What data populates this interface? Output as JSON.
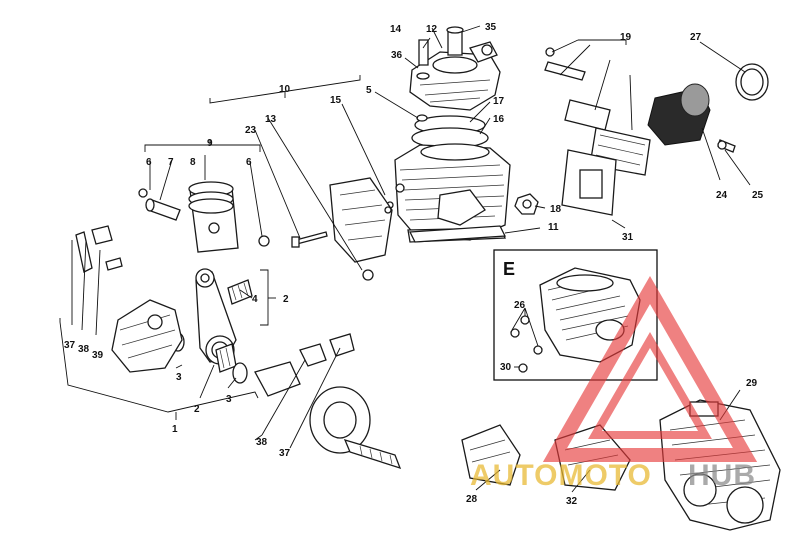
{
  "detail_box": {
    "label": "E"
  },
  "callouts": {
    "c1": "1",
    "c2": "2",
    "c3a": "3",
    "c3b": "3",
    "c4": "4",
    "c5": "5",
    "c6a": "6",
    "c6b": "6",
    "c7": "7",
    "c8": "8",
    "c9": "9",
    "c10": "10",
    "c11": "11",
    "c12": "12",
    "c13": "13",
    "c14": "14",
    "c15": "15",
    "c16": "16",
    "c17": "17",
    "c18": "18",
    "c19": "19",
    "c23": "23",
    "c24": "24",
    "c25": "25",
    "c26": "26",
    "c27": "27",
    "c28": "28",
    "c29": "29",
    "c30": "30",
    "c31": "31",
    "c32": "32",
    "c35": "35",
    "c36": "36",
    "c37a": "37",
    "c37b": "37",
    "c38a": "38",
    "c38b": "38",
    "c39": "39",
    "c2b": "2"
  },
  "watermark": {
    "text_a": "AUTOMOTO",
    "text_b": "HUB",
    "color_red": "#e63a3a",
    "color_yellow": "#e8b830",
    "color_grey": "#8a8a8a"
  }
}
